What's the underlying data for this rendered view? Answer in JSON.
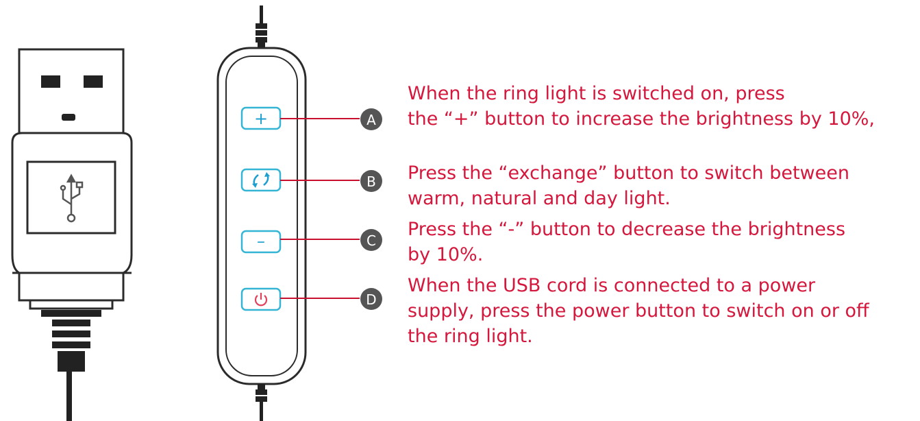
{
  "diagram": {
    "colors": {
      "outline": "#2b2b2b",
      "cord": "#222222",
      "button_border": "#35b5d6",
      "button_icon": "#1f9fcf",
      "power_icon": "#e0405a",
      "leader_line": "#c8102e",
      "marker_fill": "#555555",
      "text": "#d4183d"
    },
    "usb_icon": "usb-trident-icon",
    "buttons": [
      {
        "id": "A",
        "icon": "plus-icon",
        "symbol": "+",
        "marker": "A",
        "lines": [
          "When the ring light is switched on, press",
          "the “+” button to increase the brightness by 10%,"
        ]
      },
      {
        "id": "B",
        "icon": "exchange-icon",
        "symbol": "",
        "marker": "B",
        "lines": [
          "Press the “exchange” button to switch between",
          "warm, natural and day light."
        ]
      },
      {
        "id": "C",
        "icon": "minus-icon",
        "symbol": "–",
        "marker": "C",
        "lines": [
          "Press the “-” button to decrease the brightness",
          "by 10%."
        ]
      },
      {
        "id": "D",
        "icon": "power-icon",
        "symbol": "",
        "marker": "D",
        "lines": [
          "When the USB cord is connected to a power",
          "supply, press the power button to switch on or off",
          "the ring light."
        ]
      }
    ]
  }
}
